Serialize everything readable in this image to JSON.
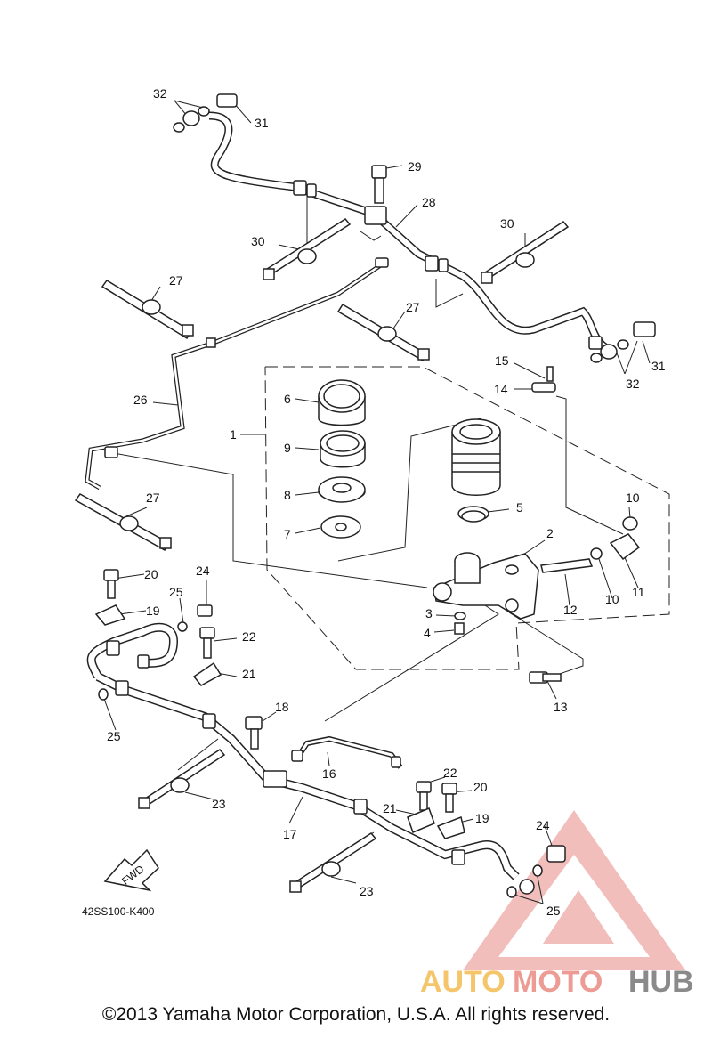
{
  "diagram": {
    "code": "42SS100-K400",
    "fwd": "FWD",
    "labels": {
      "l1": "1",
      "l2": "2",
      "l3": "3",
      "l4": "4",
      "l5": "5",
      "l6": "6",
      "l7": "7",
      "l8": "8",
      "l9": "9",
      "l10a": "10",
      "l10b": "10",
      "l11": "11",
      "l12": "12",
      "l13": "13",
      "l14": "14",
      "l15": "15",
      "l16": "16",
      "l17": "17",
      "l18": "18",
      "l19a": "19",
      "l19b": "19",
      "l20a": "20",
      "l20b": "20",
      "l21a": "21",
      "l21b": "21",
      "l22a": "22",
      "l22b": "22",
      "l23a": "23",
      "l23b": "23",
      "l24a": "24",
      "l24b": "24",
      "l25a": "25",
      "l25b": "25",
      "l25c": "25",
      "l26": "26",
      "l27a": "27",
      "l27b": "27",
      "l27c": "27",
      "l28": "28",
      "l29": "29",
      "l30a": "30",
      "l30b": "30",
      "l31a": "31",
      "l31b": "31",
      "l32a": "32",
      "l32b": "32"
    }
  },
  "watermark": {
    "auto": "AUTO",
    "moto": "MOTO",
    "hub": "HUB"
  },
  "copyright": "©2013 Yamaha Motor Corporation, U.S.A. All rights reserved."
}
